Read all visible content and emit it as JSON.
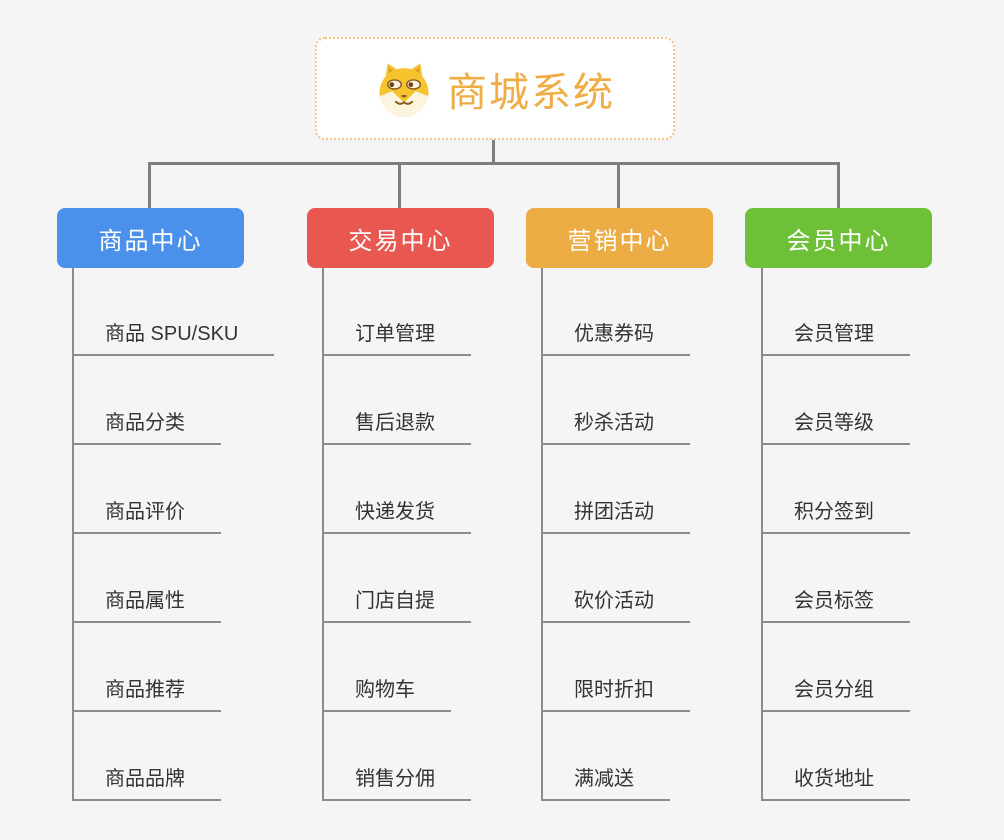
{
  "app": {
    "background_color": "#f5f5f5",
    "connector_color": "#7d7d7d",
    "leaf_line_color": "#8c8c8c",
    "leaf_text_color": "#333333"
  },
  "root": {
    "label": "商城系统",
    "icon": "doge-face-icon",
    "text_color": "#f0ac45",
    "border_color": "#f6c480"
  },
  "branches": [
    {
      "label": "商品中心",
      "color": "#4b91eb",
      "items": [
        "商品 SPU/SKU",
        "商品分类",
        "商品评价",
        "商品属性",
        "商品推荐",
        "商品品牌"
      ]
    },
    {
      "label": "交易中心",
      "color": "#e85750",
      "items": [
        "订单管理",
        "售后退款",
        "快递发货",
        "门店自提",
        "购物车",
        "销售分佣"
      ]
    },
    {
      "label": "营销中心",
      "color": "#ebac44",
      "items": [
        "优惠券码",
        "秒杀活动",
        "拼团活动",
        "砍价活动",
        "限时折扣",
        "满减送"
      ]
    },
    {
      "label": "会员中心",
      "color": "#6fc039",
      "items": [
        "会员管理",
        "会员等级",
        "积分签到",
        "会员标签",
        "会员分组",
        "收货地址"
      ]
    }
  ]
}
